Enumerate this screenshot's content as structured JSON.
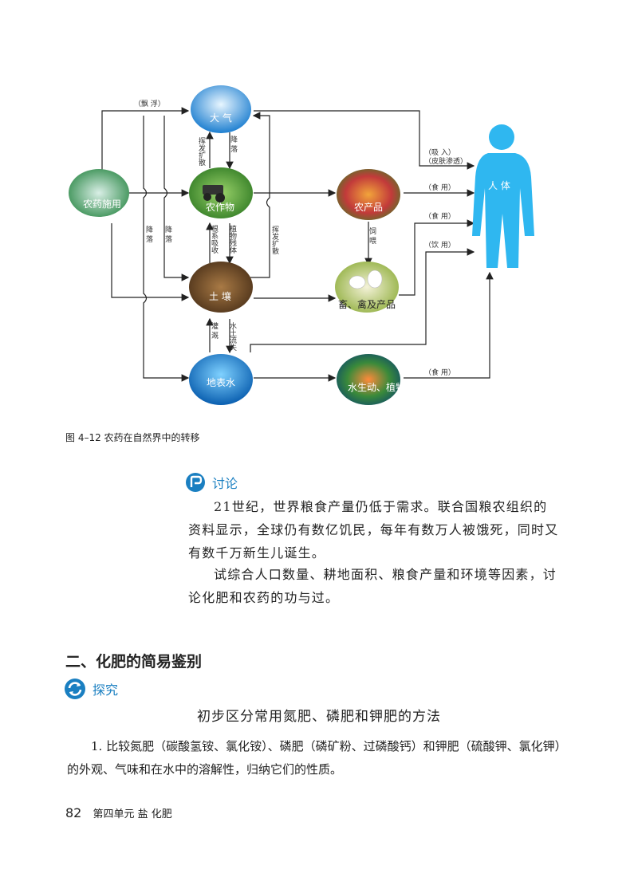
{
  "diagram": {
    "nodes": {
      "pesticide": "农药施用",
      "atmosphere": "大  气",
      "crops": "农作物",
      "products": "农产品",
      "soil": "土  壤",
      "livestock": "畜、禽及产品",
      "surface_water": "地表水",
      "aquatic": "水生动、植物",
      "human": "人 体"
    },
    "edge_labels": {
      "float": "（飘  浮）",
      "volatile": "挥发扩散",
      "fall1": "降  落",
      "roots": "根系吸收",
      "residue": "植物残体",
      "volatile2": "挥发扩散",
      "fall2": "降  落",
      "fall3": "降  落",
      "feed": "饲  喂",
      "irrigate": "灌  溉",
      "erosion": "水土流失",
      "inhale": "（吸    入）",
      "skin": "（皮肤渗透）",
      "eat1": "（食    用）",
      "eat2": "（食    用）",
      "drink": "（饮    用）",
      "eat3": "（食    用）"
    }
  },
  "caption": "图 4–12  农药在自然界中的转移",
  "discussion": {
    "title": "讨论",
    "p1": "21世纪，世界粮食产量仍低于需求。联合国粮农组织的资料显示，全球仍有数亿饥民，每年有数万人被饿死，同时又有数千万新生儿诞生。",
    "p2": "试综合人口数量、耕地面积、粮食产量和环境等因素，讨论化肥和农药的功与过。"
  },
  "section_title": "二、化肥的简易鉴别",
  "explore": {
    "title": "探究",
    "subtitle": "初步区分常用氮肥、磷肥和钾肥的方法",
    "p1": "1. 比较氮肥（碳酸氢铵、氯化铵）、磷肥（磷矿粉、过磷酸钙）和钾肥（硫酸钾、氯化钾）的外观、气味和在水中的溶解性，归纳它们的性质。"
  },
  "footer": {
    "page_number": "82",
    "unit": "第四单元  盐  化肥"
  }
}
